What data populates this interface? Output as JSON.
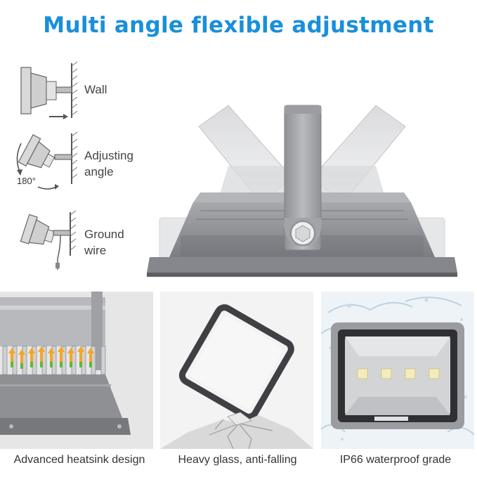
{
  "title": "Multi angle flexible adjustment",
  "colors": {
    "accent_blue": "#1a8fdb",
    "housing_gray": "#8f9196",
    "housing_dark": "#6f7176",
    "bracket_gray": "#a9abae",
    "heat_arrow_orange": "#f5a623",
    "heat_arrow_green": "#5db83a",
    "led_yellow": "#f2ecc0"
  },
  "mount_options": [
    {
      "label_line1": "Wall",
      "label_line2": "",
      "icon": "wall-mount-icon"
    },
    {
      "label_line1": "Adjusting",
      "label_line2": "angle",
      "icon": "rotate-180-icon",
      "angle": "180°"
    },
    {
      "label_line1": "Ground",
      "label_line2": "wire",
      "icon": "ground-wire-icon"
    }
  ],
  "features": [
    {
      "caption": "Advanced heatsink design",
      "icon": "heatsink-arrows-icon"
    },
    {
      "caption": "Heavy glass, anti-falling",
      "icon": "glass-frame-icon"
    },
    {
      "caption": "IP66 waterproof grade",
      "icon": "water-splash-icon"
    }
  ]
}
